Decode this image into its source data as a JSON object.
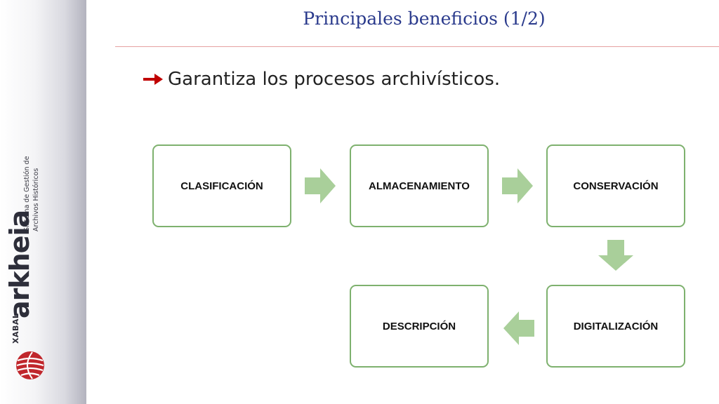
{
  "slide": {
    "title": "Principales beneficios (1/2)",
    "bullet_text": "Garantiza los procesos archivísticos."
  },
  "branding": {
    "company": "XABAL",
    "product": "arkheia",
    "tagline_line1": "Sistema de Gestión de",
    "tagline_line2": "Archivos Históricos"
  },
  "diagram": {
    "steps": [
      {
        "label": "CLASIFICACIÓN"
      },
      {
        "label": "ALMACENAMIENTO"
      },
      {
        "label": "CONSERVACIÓN"
      },
      {
        "label": "DIGITALIZACIÓN"
      },
      {
        "label": "DESCRIPCIÓN"
      }
    ]
  },
  "colors": {
    "title": "#2a3a8c",
    "bullet_arrow": "#c00000",
    "box_border": "#7eb16e",
    "flow_arrow": "#a9cf9a"
  }
}
